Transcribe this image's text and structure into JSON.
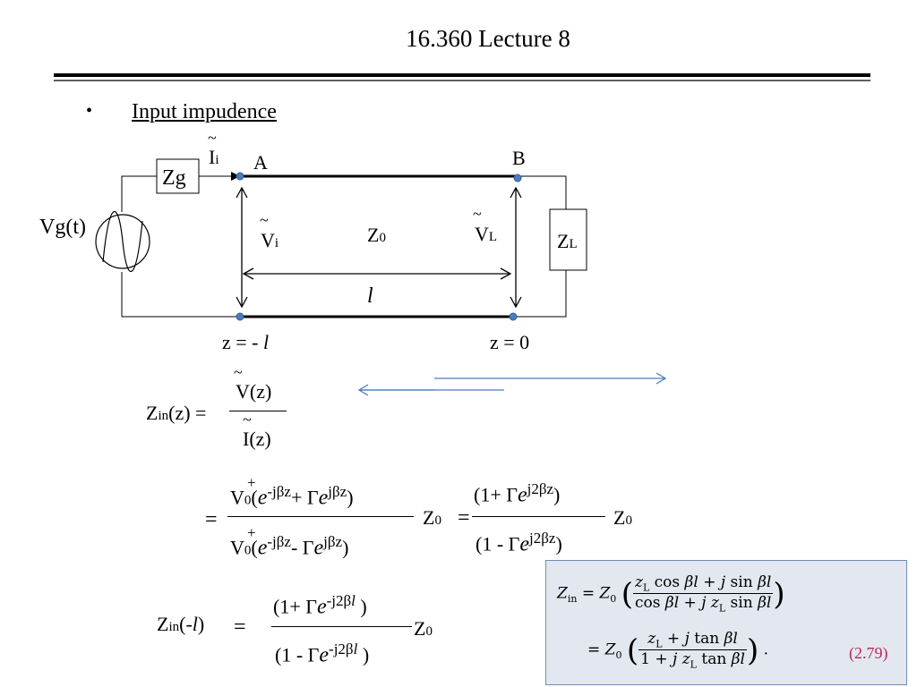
{
  "header": {
    "title": "16.360 Lecture 8"
  },
  "bullet": {
    "marker": "•",
    "text": "Input impudence"
  },
  "circuit": {
    "zg": "Zg",
    "current": "I",
    "current_sub": "i",
    "node_a": "A",
    "node_b": "B",
    "source": "Vg(t)",
    "vi": "V",
    "vi_sub": "i",
    "z0": "Z",
    "z0_sub": "0",
    "vl": "V",
    "vl_sub": "L",
    "zl": "Z",
    "zl_sub": "L",
    "length": "l",
    "z_left": "z = -",
    "z_left_l": "l",
    "z_right": "z = 0"
  },
  "equations": {
    "zin_lhs": "Z",
    "zin_sub": "in",
    "zin_arg": "(z) =",
    "v_z": "V(z)",
    "i_z": "I(z)",
    "eq_sign": "=",
    "num_v": "V",
    "v_sub": "0",
    "plus_sup": "+",
    "open_paren": "(",
    "e": "e",
    "exp_neg_jbz": "-jβz",
    "plus": "+",
    "gamma": "Γ",
    "exp_jbz": "jβz",
    "close_paren": ")",
    "minus": "-",
    "z0": "Z",
    "z0_sub": "0",
    "one_plus": "(1",
    "one_minus": "(1  -",
    "exp_j2bz": "j2βz",
    "zin_neg": "Z",
    "zin_neg_sub": "in",
    "zin_neg_arg": "(-",
    "zin_neg_l": "l",
    "zin_neg_close": ")",
    "exp_neg_j2bl": "-j2β",
    "exp_l": "l"
  },
  "textbook": {
    "line1": "Zin = Z0 ( (ZL cos βl + j sin βl) / (cos βl + j ZL sin βl) )",
    "line2": "= Z0 ( (ZL + j tan βl) / (1 + j ZL tan βl) ) .",
    "eq_number": "(2.79)"
  },
  "colors": {
    "arrow": "#4a7ebb",
    "node": "#4a7ebb",
    "box_bg": "#e3e7ef",
    "box_border": "#6f8db5",
    "eq_number": "#c0245e"
  }
}
